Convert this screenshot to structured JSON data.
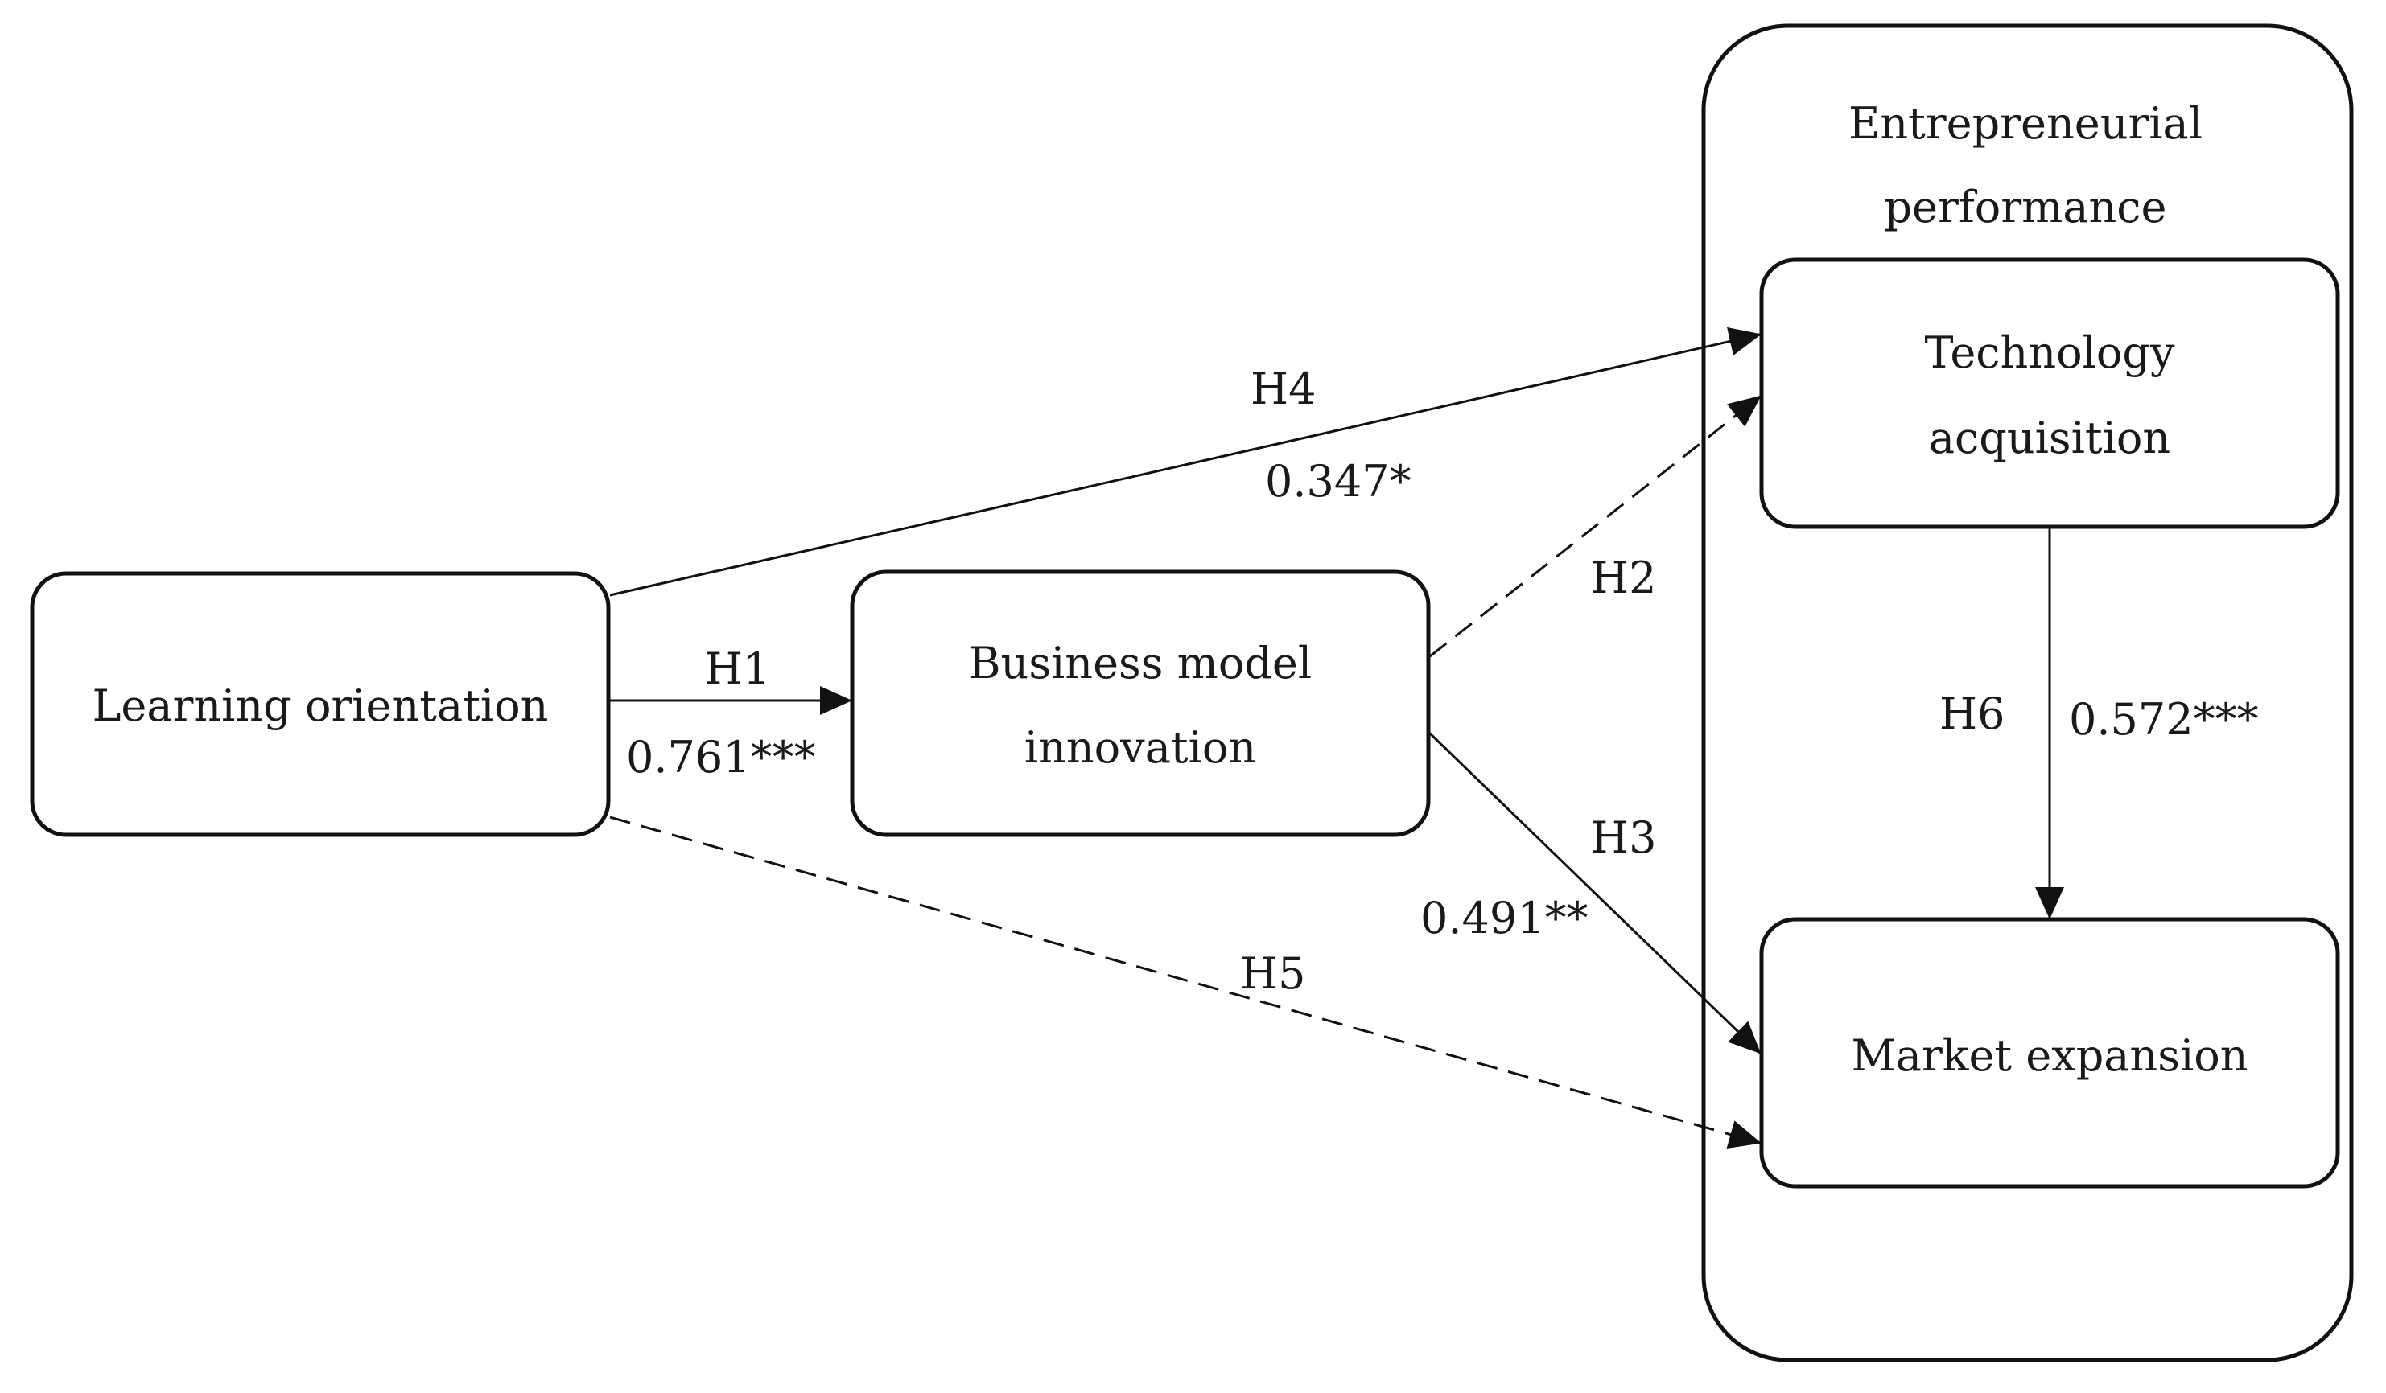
{
  "nodes": {
    "learning_orientation": {
      "lines": [
        "Learning orientation"
      ]
    },
    "business_model_innovation": {
      "lines": [
        "Business model",
        "innovation"
      ]
    },
    "entrepreneurial_performance": {
      "lines": [
        "Entrepreneurial",
        "performance"
      ]
    },
    "technology_acquisition": {
      "lines": [
        "Technology",
        "acquisition"
      ]
    },
    "market_expansion": {
      "lines": [
        "Market expansion"
      ]
    }
  },
  "edges": {
    "h1": {
      "label": "H1",
      "coefficient": "0.761***",
      "from": "Learning orientation",
      "to": "Business model innovation",
      "style": "solid"
    },
    "h2": {
      "label": "H2",
      "coefficient": "",
      "from": "Business model innovation",
      "to": "Technology acquisition",
      "style": "dashed"
    },
    "h3": {
      "label": "H3",
      "coefficient": "0.491**",
      "from": "Business model innovation",
      "to": "Market expansion",
      "style": "solid"
    },
    "h4": {
      "label": "H4",
      "coefficient": "0.347*",
      "from": "Learning orientation",
      "to": "Technology acquisition",
      "style": "solid"
    },
    "h5": {
      "label": "H5",
      "coefficient": "",
      "from": "Learning orientation",
      "to": "Market expansion",
      "style": "dashed"
    },
    "h6": {
      "label": "H6",
      "coefficient": "0.572***",
      "from": "Technology acquisition",
      "to": "Market expansion",
      "style": "solid"
    }
  },
  "colors": {
    "line": "#111111",
    "text": "#1a1a1a",
    "background": "#ffffff"
  }
}
